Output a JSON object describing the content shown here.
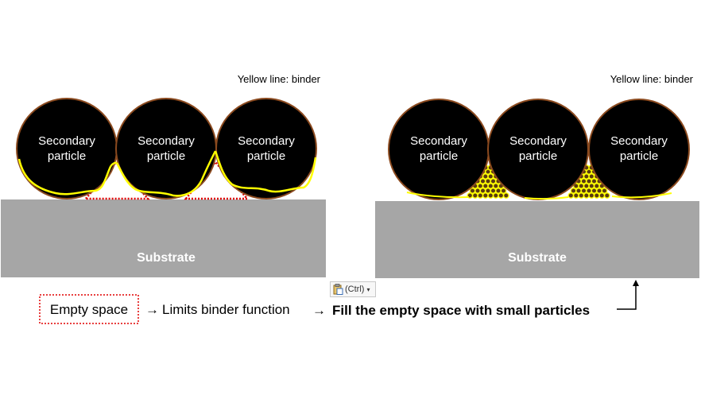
{
  "left_panel": {
    "legend": "Yellow line: binder",
    "particle_label_line1": "Secondary",
    "particle_label_line2": "particle",
    "substrate_label": "Substrate"
  },
  "right_panel": {
    "legend": "Yellow line: binder",
    "particle_label_line1": "Secondary",
    "particle_label_line2": "particle",
    "substrate_label": "Substrate"
  },
  "caption": {
    "empty_space_label": "Empty space",
    "arrow1": "→",
    "limits_text": "Limits binder function",
    "arrow2": "→",
    "fill_text": "Fill the empty space with small particles"
  },
  "paste_options": {
    "label": "(Ctrl)",
    "dropdown": "▾"
  },
  "colors": {
    "particle_fill": "#000000",
    "particle_outline": "#8b4a1f",
    "binder": "#ffff00",
    "empty_space": "#e00000",
    "substrate": "#a6a6a6",
    "small_particle": "#5a3a10"
  }
}
